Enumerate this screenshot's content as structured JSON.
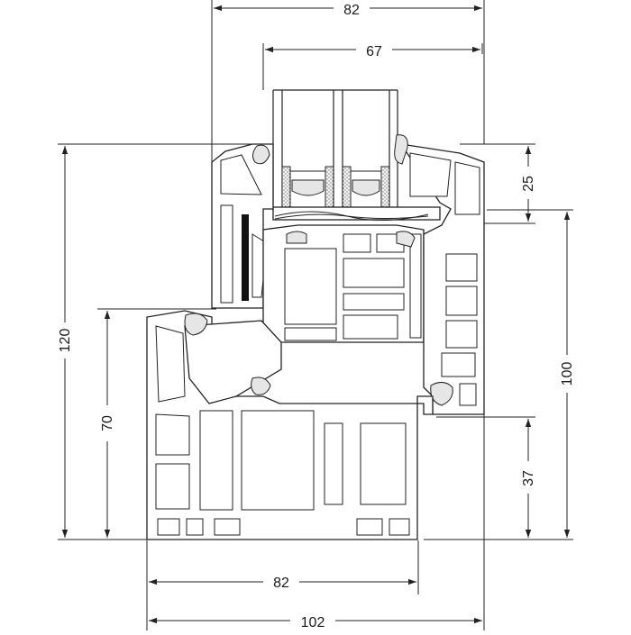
{
  "dimensions": {
    "top_outer": "82",
    "top_inner": "67",
    "left_outer": "120",
    "left_inner": "70",
    "right_glass": "25",
    "right_outer": "100",
    "right_inner": "37",
    "bottom_inner": "82",
    "bottom_outer": "102"
  }
}
